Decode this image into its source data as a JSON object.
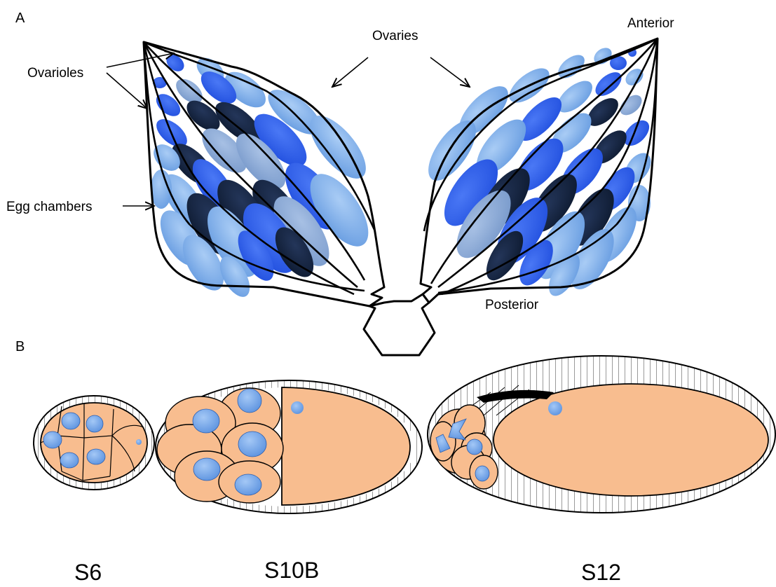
{
  "panel_a": {
    "label": "A",
    "ovaries": "Ovaries",
    "ovarioles": "Ovarioles",
    "egg_chambers": "Egg chambers",
    "anterior": "Anterior",
    "posterior": "Posterior"
  },
  "panel_b": {
    "label": "B",
    "stages": [
      "S6",
      "S10B",
      "S12"
    ]
  },
  "colors": {
    "light_blue": "#7fb0ea",
    "mid_blue": "#3f6fdd",
    "bright_blue": "#2f5ff0",
    "dark_navy": "#152540",
    "grey_blue": "#8aaad6",
    "oocyte": "#f8bd8f",
    "nucleus": "#76a8e8"
  }
}
